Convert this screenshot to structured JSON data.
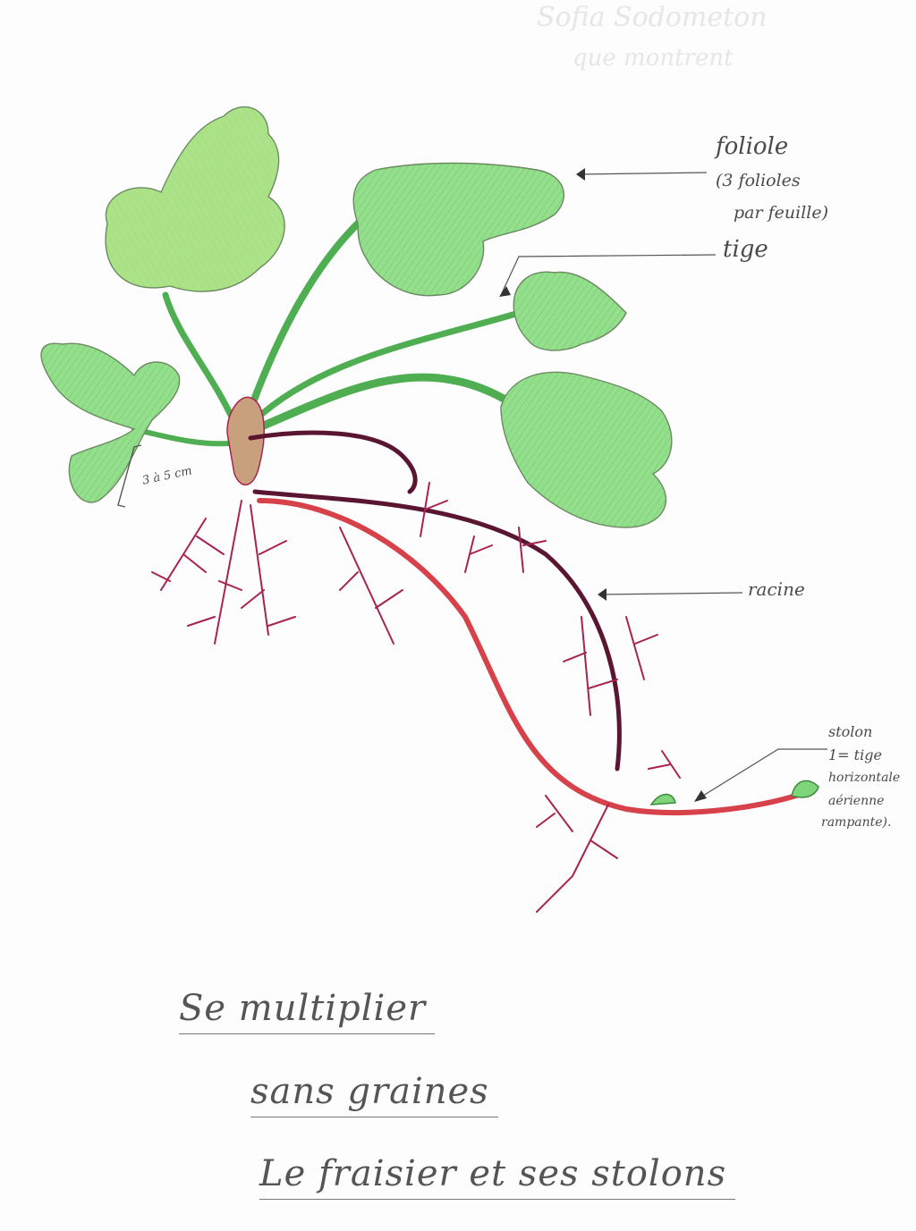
{
  "header": {
    "faint_name": "Sofia Sodometon",
    "faint_note": "que montrent"
  },
  "labels": {
    "foliole": "foliole",
    "foliole_note_1": "(3 folioles",
    "foliole_note_2": "par feuille)",
    "tige": "tige",
    "racine": "racine",
    "stolon_1": "stolon",
    "stolon_2": "1= tige",
    "stolon_3": "horizontale",
    "stolon_4": "aérienne",
    "stolon_5": "rampante).",
    "measure": "3 à 5 cm"
  },
  "title": {
    "line1": "Se multiplier",
    "line2": "sans graines",
    "line3": "Le fraisier et ses stolons"
  },
  "colors": {
    "leaf": "#8ee08a",
    "leaf_yellow": "#c8e27a",
    "stem": "#4fae52",
    "root": "#a8234d",
    "stolon": "#d6414a",
    "dark_root": "#5a1530"
  }
}
